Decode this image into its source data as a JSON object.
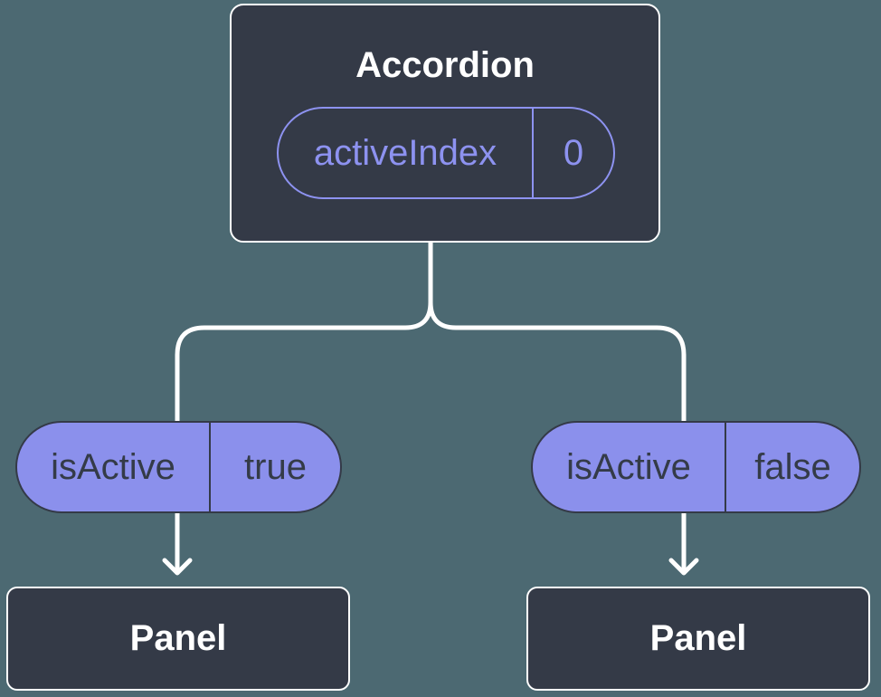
{
  "colors": {
    "background": "#4C6972",
    "node_fill": "#343A47",
    "node_border": "#FFFFFF",
    "pill_fill": "#8B90EC",
    "pill_dark_border": "#343A47",
    "accent_purple": "#8D92F0",
    "text_light": "#FFFFFF",
    "text_dark": "#343B48",
    "connector": "#FFFFFF"
  },
  "accordion": {
    "title": "Accordion",
    "prop": {
      "name": "activeIndex",
      "value": "0"
    }
  },
  "children": [
    {
      "prop": {
        "name": "isActive",
        "value": "true"
      },
      "panel": "Panel"
    },
    {
      "prop": {
        "name": "isActive",
        "value": "false"
      },
      "panel": "Panel"
    }
  ]
}
